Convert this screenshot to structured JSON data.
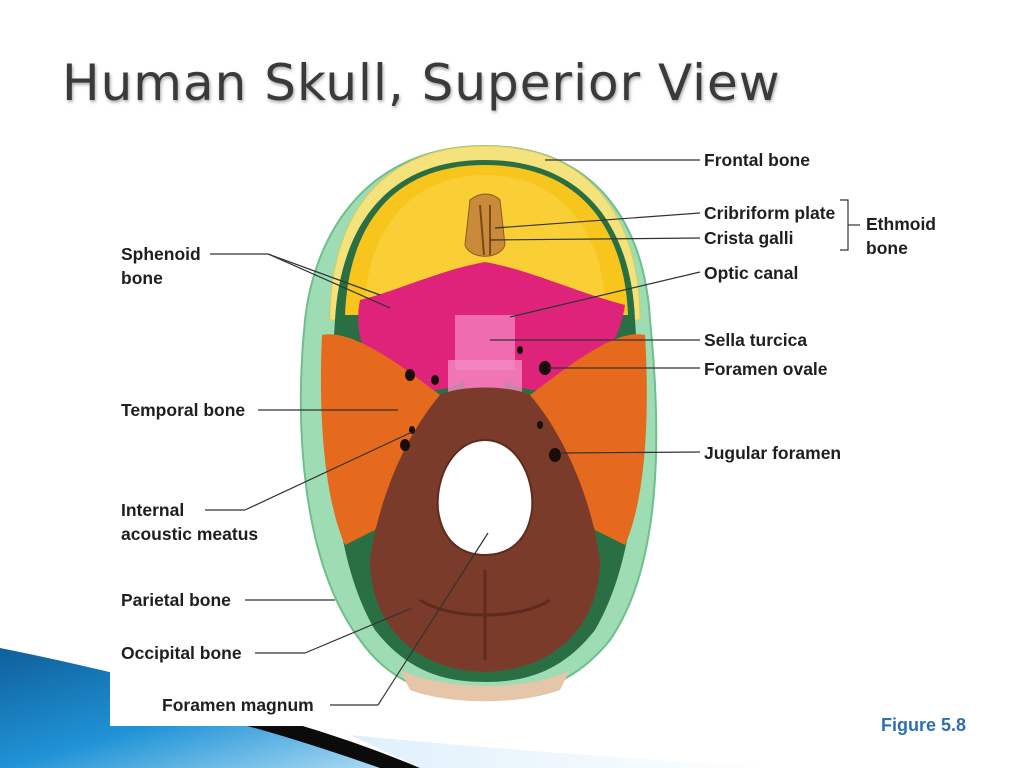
{
  "slide": {
    "title": "Human Skull, Superior View",
    "figure_credit": "Figure 5.8"
  },
  "labels": {
    "frontal_bone": "Frontal bone",
    "cribriform_plate": "Cribriform plate",
    "crista_galli": "Crista galli",
    "ethmoid_line1": "Ethmoid",
    "ethmoid_line2": "bone",
    "sphenoid_line1": "Sphenoid",
    "sphenoid_line2": "bone",
    "optic_canal": "Optic canal",
    "sella_turcica": "Sella turcica",
    "foramen_ovale": "Foramen ovale",
    "temporal_bone": "Temporal bone",
    "jugular_foramen": "Jugular foramen",
    "internal_line1": "Internal",
    "internal_line2": "acoustic meatus",
    "parietal_bone": "Parietal bone",
    "occipital_bone": "Occipital bone",
    "foramen_magnum": "Foramen magnum"
  },
  "colors": {
    "frontal": "#f7c51c",
    "parietal": "#9edcb3",
    "sphenoid": "#e0237a",
    "temporal": "#e56a1e",
    "occipital": "#7a3b2a",
    "ethmoid": "#c98a3a",
    "accent_blue": "#1f8bd0"
  }
}
